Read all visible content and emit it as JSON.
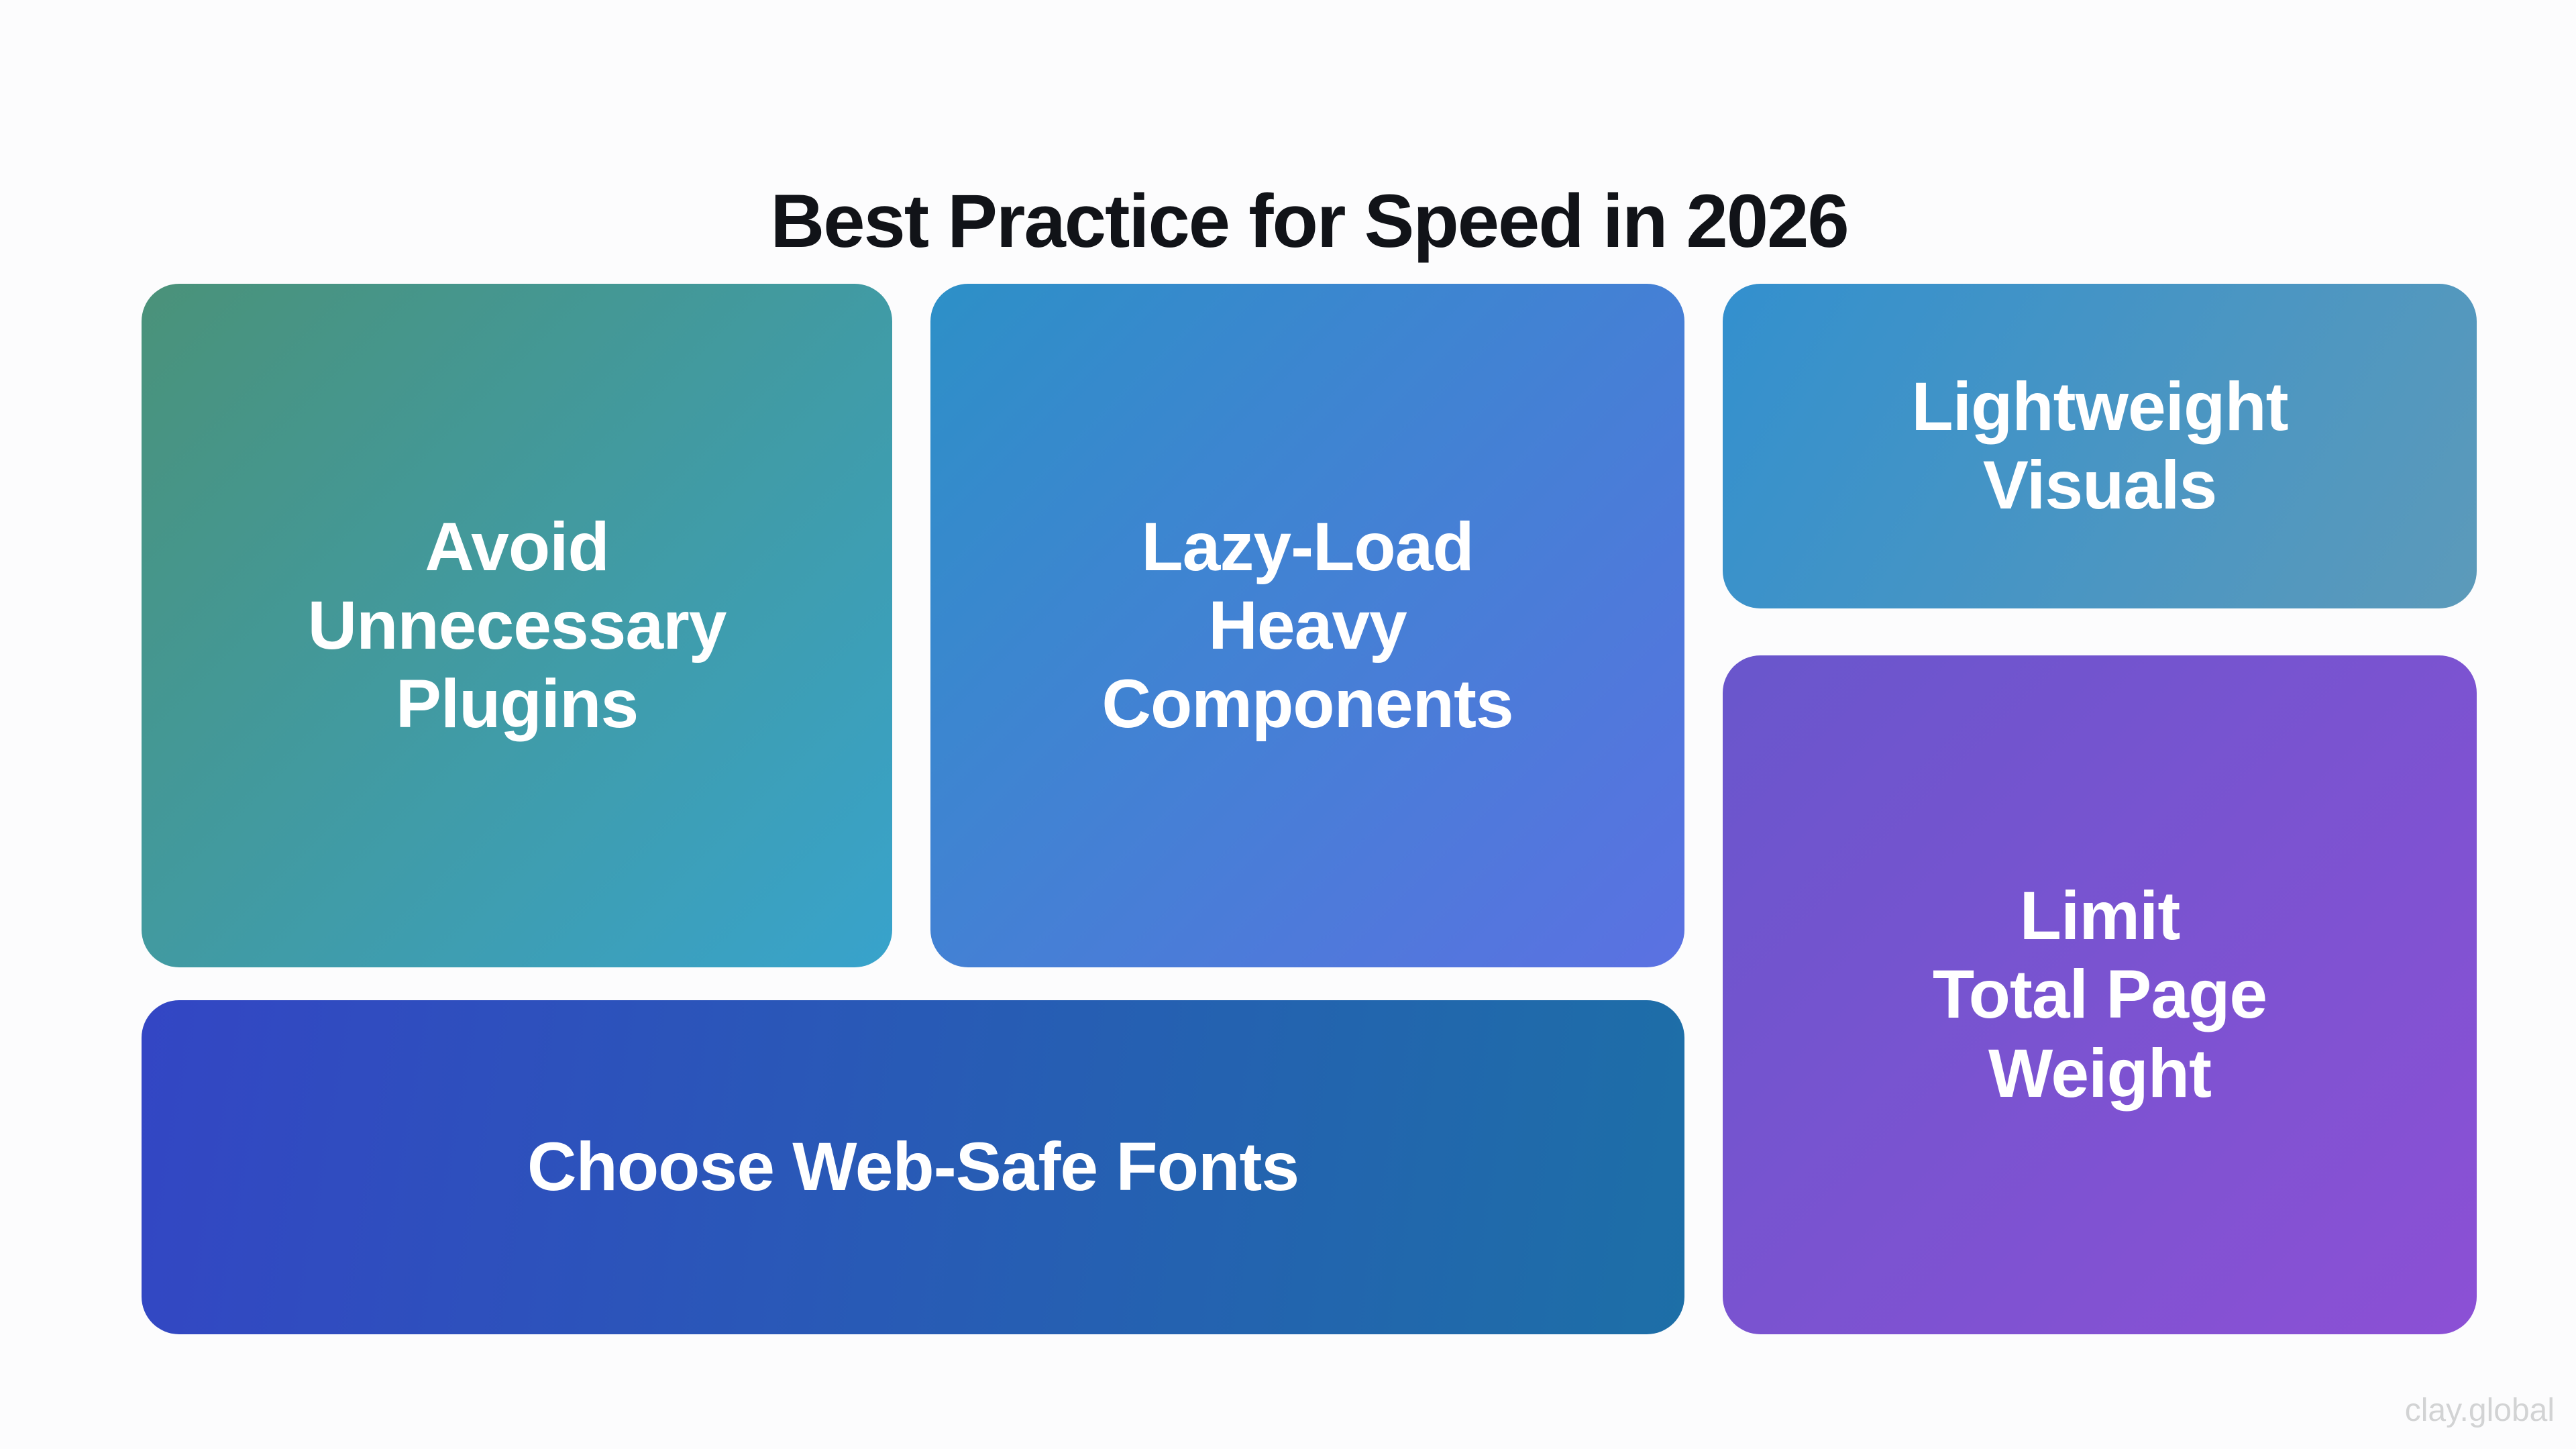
{
  "title": "Best Practice for Speed in 2026",
  "title_color": "#111318",
  "background_color": "#FCFCFD",
  "card_text_color": "#FFFFFF",
  "cards": [
    {
      "id": "avoid-unnecessary-plugins",
      "label": "Avoid\nUnnecessary\nPlugins",
      "gradient_from": "#4A9279",
      "gradient_to": "#38A3CC"
    },
    {
      "id": "lazy-load-heavy-components",
      "label": "Lazy-Load\nHeavy\nComponents",
      "gradient_from": "#2D90C7",
      "gradient_to": "#5B71E2"
    },
    {
      "id": "lightweight-visuals",
      "label": "Lightweight\nVisuals",
      "gradient_from": "#3390CE",
      "gradient_to": "#5C9ABA"
    },
    {
      "id": "limit-total-page-weight",
      "label": "Limit\nTotal Page\nWeight",
      "gradient_from": "#6956CC",
      "gradient_to": "#8C50D5"
    },
    {
      "id": "choose-web-safe-fonts",
      "label": "Choose Web-Safe Fonts",
      "gradient_from": "#3346C4",
      "gradient_to": "#1D6FA7"
    }
  ],
  "watermark": "clay.global",
  "watermark_color": "#D2D3D4"
}
